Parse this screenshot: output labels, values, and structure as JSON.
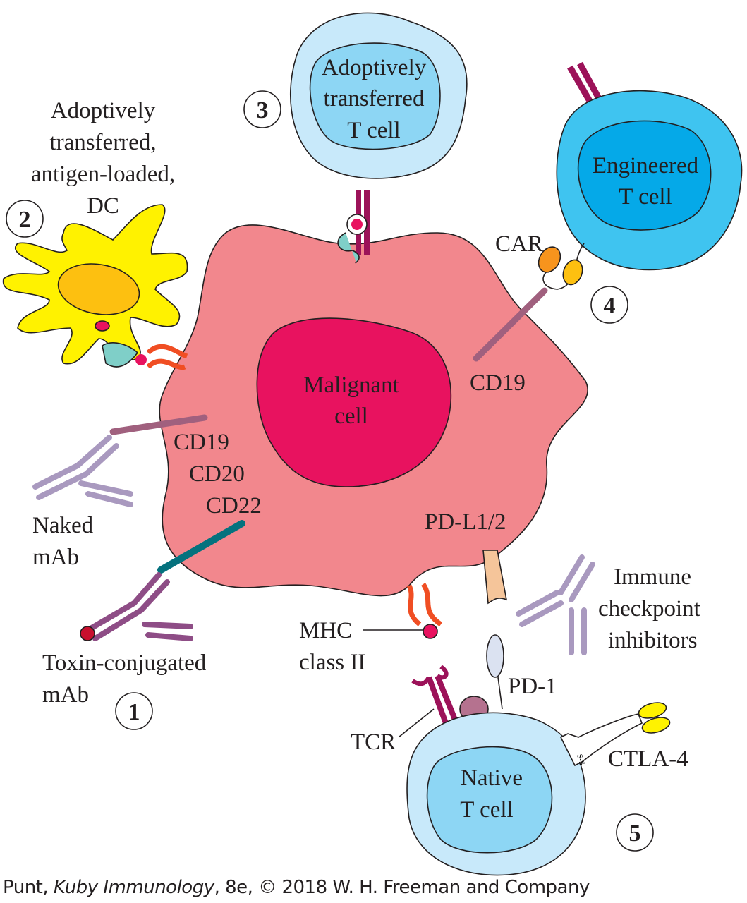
{
  "labels": {
    "malignant_cell": [
      "Malignant",
      "cell"
    ],
    "adoptive_t_cell": [
      "Adoptively",
      "transferred",
      "T cell"
    ],
    "engineered_t_cell": [
      "Engineered",
      "T cell"
    ],
    "native_t_cell": [
      "Native",
      "T cell"
    ],
    "dc": [
      "Adoptively",
      "transferred,",
      "antigen-loaded,",
      "DC"
    ],
    "car": "CAR",
    "cd19_right": "CD19",
    "cd_markers": [
      "CD19",
      "CD20",
      "CD22"
    ],
    "naked_mab": [
      "Naked",
      "mAb"
    ],
    "toxin_mab": [
      "Toxin-conjugated",
      "mAb"
    ],
    "pdl": "PD-L1/2",
    "checkpoint": [
      "Immune",
      "checkpoint",
      "inhibitors"
    ],
    "mhc": [
      "MHC",
      "class II"
    ],
    "pd1": "PD-1",
    "tcr": "TCR",
    "ctla4": "CTLA-4",
    "ss": "S-S"
  },
  "numbers": [
    "1",
    "2",
    "3",
    "4",
    "5"
  ],
  "footer": {
    "author": "Punt, ",
    "book": "Kuby Immunology",
    "rest": ", 8e, © 2018 W. H. Freeman and Company"
  },
  "colors": {
    "malignant": "#f2878d",
    "malignant_nucleus": "#e8125f",
    "t_cell_outer": "#c8e9fa",
    "t_cell_inner": "#8dd6f4",
    "engineered_outer": "#3fc4f0",
    "engineered_inner": "#05a9e8",
    "dc": "#fff200",
    "dc_nucleus": "#fdc010",
    "antibody": "#a999bf",
    "tcr": "#9c1259"
  }
}
